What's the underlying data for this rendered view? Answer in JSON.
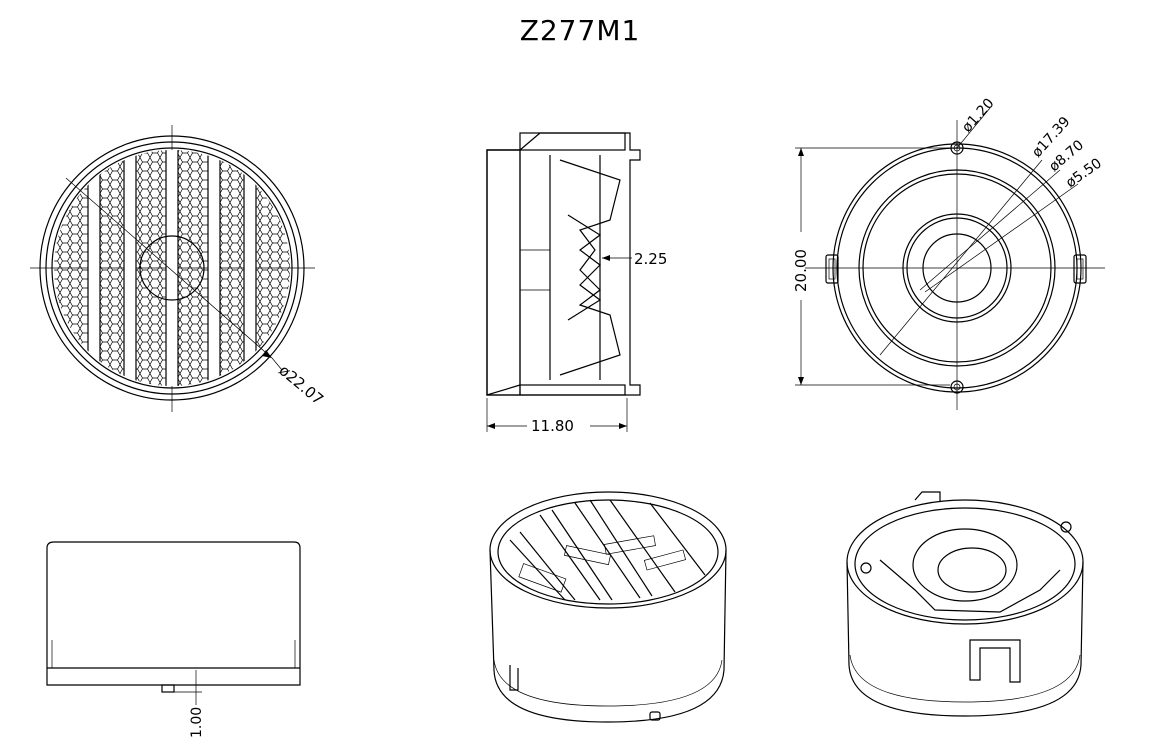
{
  "drawing": {
    "title": "Z277M1"
  },
  "dimensions": {
    "front_diameter": "ø22.07",
    "side_height": "2.25",
    "side_width": "11.80",
    "back_hole": "ø1.20",
    "back_outer": "ø17.39",
    "back_mid": "ø8.70",
    "back_inner": "ø5.50",
    "back_height": "20.00",
    "bottom_pin": "1.00"
  },
  "colors": {
    "line": "#000000",
    "background": "#ffffff"
  }
}
